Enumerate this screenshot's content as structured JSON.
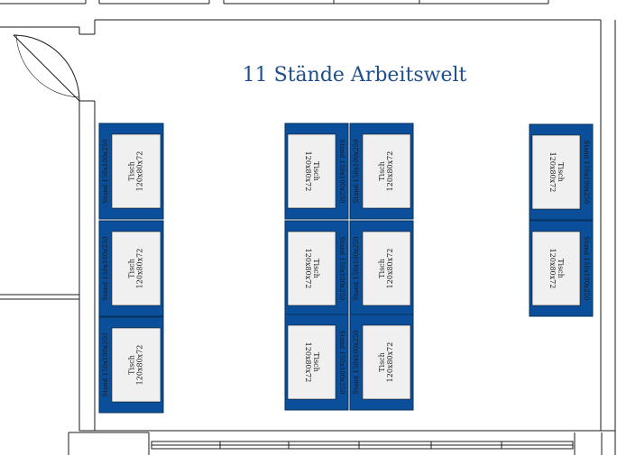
{
  "title": "11 Stände Arbeitswelt",
  "stand_label": "Stand 150x100x250",
  "table_label_line1": "Tisch",
  "table_label_line2": "120x80x72",
  "colors": {
    "stand": "#0b4f9a",
    "table": "#f0f0f0",
    "wall": "#1a1a1a",
    "title": "#1f4e8c"
  }
}
